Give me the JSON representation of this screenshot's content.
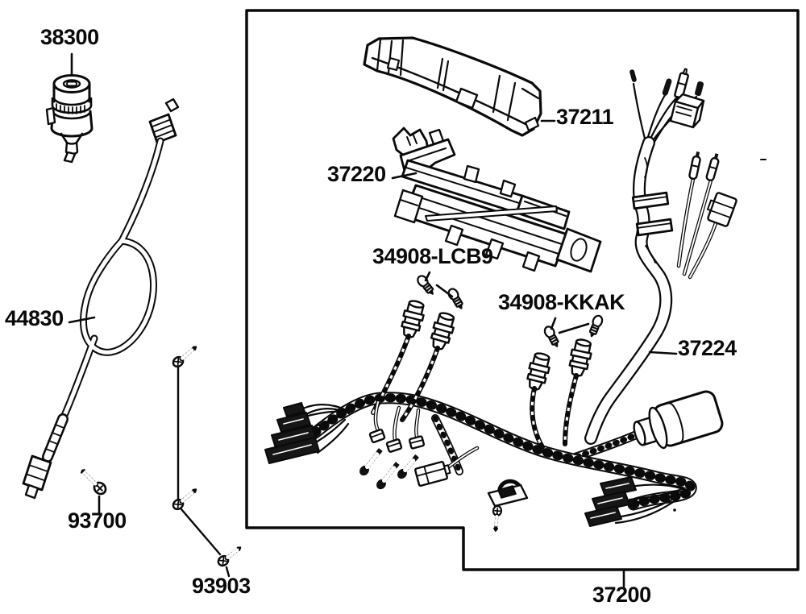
{
  "diagram": {
    "background": "#ffffff",
    "line_color": "#0a0a0a",
    "labels": {
      "p38300": "38300",
      "p37211": "37211",
      "p37220": "37220",
      "p34908_lcb9": "34908-LCB9",
      "p34908_kkak": "34908-KKAK",
      "p37224": "37224",
      "p44830": "44830",
      "p93700": "93700",
      "p93903": "93903",
      "p37200": "37200"
    }
  }
}
